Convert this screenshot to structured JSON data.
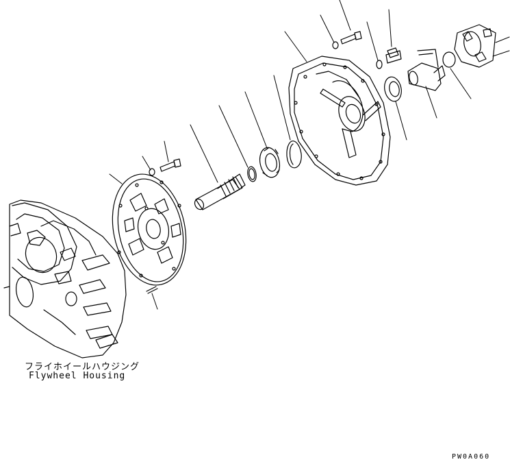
{
  "housing_label": {
    "japanese": "フライホイールハウジング",
    "english": "Flywheel Housing"
  },
  "figure_code": "PW0A060",
  "colors": {
    "line": "#000000",
    "background": "#ffffff"
  }
}
